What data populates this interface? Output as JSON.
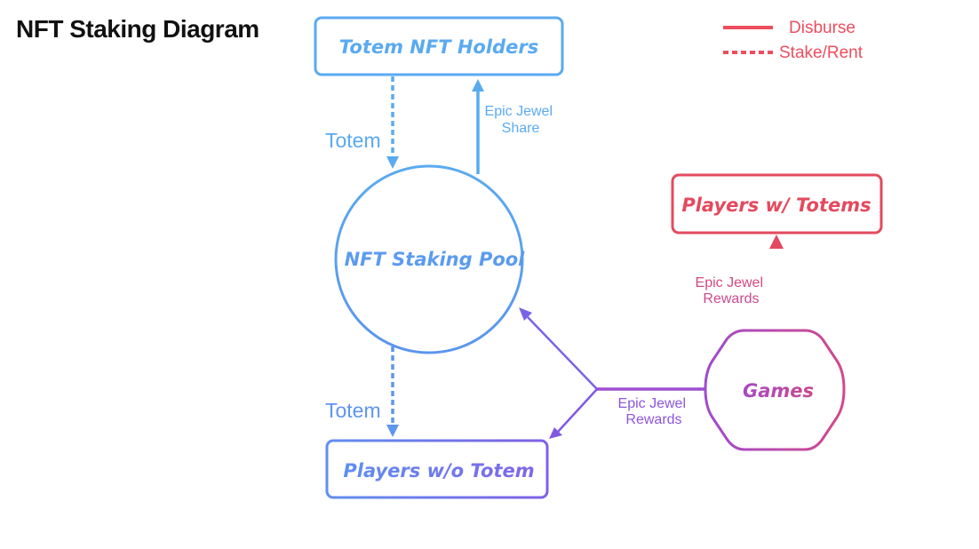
{
  "title": "NFT Staking Diagram",
  "legend": {
    "solid_label": "Disburse",
    "dashed_label": "Stake/Rent"
  },
  "nodes": {
    "holders": "Totem NFT Holders",
    "pool": "NFT Staking Pool",
    "players_with": "Players w/ Totems",
    "players_without": "Players w/o Totem",
    "games": "Games"
  },
  "edges": {
    "holders_to_pool": "Totem",
    "pool_to_holders_line1": "Epic Jewel",
    "pool_to_holders_line2": "Share",
    "pool_to_players_without": "Totem",
    "games_to_players_with_line1": "Epic Jewel",
    "games_to_players_with_line2": "Rewards",
    "games_split_line1": "Epic Jewel",
    "games_split_line2": "Rewards"
  },
  "colors": {
    "blue": "#5aaaf0",
    "blue_mid": "#5b9bef",
    "indigo": "#6e7cf0",
    "violet": "#7e5de6",
    "purple": "#9b4fd6",
    "magenta": "#c44aa0",
    "red": "#e34a5e",
    "legend": "#ee4d5e"
  }
}
